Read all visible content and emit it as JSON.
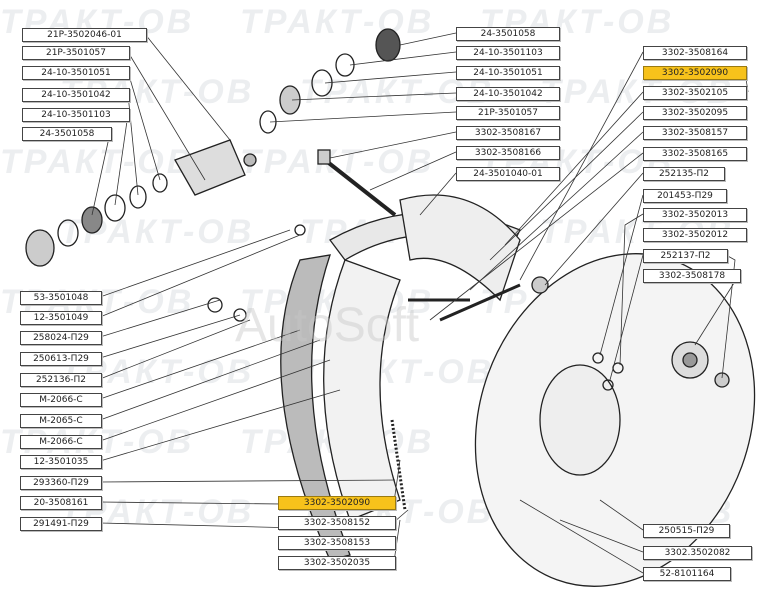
{
  "watermark": {
    "brand": "ТРАКТ-ОВ",
    "overlay": "AutoSoft"
  },
  "highlight_color": "#f7c21b",
  "labels": {
    "left_top": [
      "21P-3502046-01",
      "21P-3501057",
      "24-10-3501051",
      "24-10-3501042",
      "24-10-3501103",
      "24-3501058"
    ],
    "middle_top": [
      "24-3501058",
      "24-10-3501103",
      "24-10-3501051",
      "24-10-3501042",
      "21P-3501057",
      "3302-3508167",
      "3302-3508166",
      "24-3501040-01"
    ],
    "right": [
      "3302-3508164",
      "3302-3502090",
      "3302-3502105",
      "3302-3502095",
      "3302-3508157",
      "3302-3508165",
      "252135-П2",
      "201453-П29",
      "3302-3502013",
      "3302-3502012",
      "252137-П2",
      "3302-3508178"
    ],
    "left_column": [
      "53-3501048",
      "12-3501049",
      "258024-П29",
      "250613-П29",
      "252136-П2",
      "М-2066-С",
      "М-2065-С",
      "М-2066-С",
      "12-3501035",
      "293360-П29",
      "20-3508161",
      "291491-П29"
    ],
    "bottom_middle": [
      "3302-3502090",
      "3302-3508152",
      "3302-3508153",
      "3302-3502035"
    ],
    "bottom_right": [
      "250515-П29",
      "3302.3502082",
      "52-8101164"
    ]
  },
  "highlighted_part": "3302-3502090"
}
